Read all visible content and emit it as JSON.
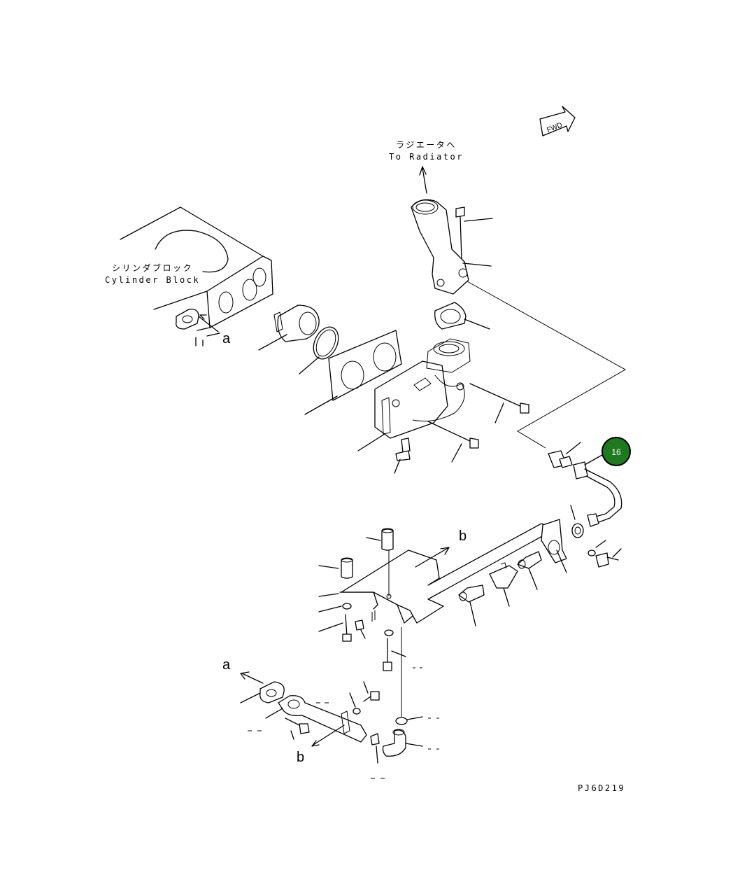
{
  "labels": {
    "radiator_jp": "ラジエータへ",
    "radiator_en": "To Radiator",
    "block_jp": "シリンダブロック",
    "block_en": "Cylinder Block",
    "ref_a": "a",
    "ref_b": "b",
    "fwd": "FWD"
  },
  "callout": {
    "number": "16",
    "color": "#1e7a1e"
  },
  "drawing_code": "PJ6D219"
}
